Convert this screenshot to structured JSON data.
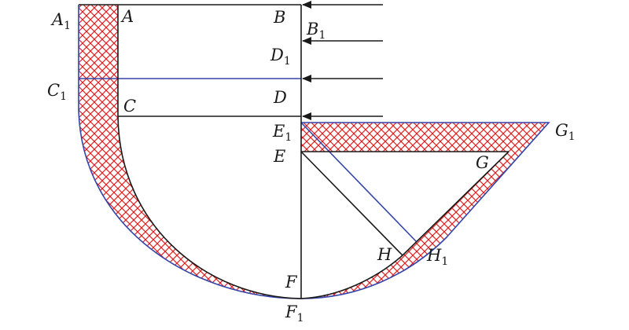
{
  "colors": {
    "black_line": "#1a1a1a",
    "blue_line": "#3344aa",
    "hatch": "#e02020"
  },
  "labels": {
    "A1": {
      "main": "A",
      "sub": "1"
    },
    "A": {
      "main": "A",
      "sub": ""
    },
    "B": {
      "main": "B",
      "sub": ""
    },
    "B1": {
      "main": "B",
      "sub": "1"
    },
    "D1": {
      "main": "D",
      "sub": "1"
    },
    "C1": {
      "main": "C",
      "sub": "1"
    },
    "C": {
      "main": "C",
      "sub": ""
    },
    "D": {
      "main": "D",
      "sub": ""
    },
    "E1": {
      "main": "E",
      "sub": "1"
    },
    "E": {
      "main": "E",
      "sub": ""
    },
    "G": {
      "main": "G",
      "sub": ""
    },
    "G1": {
      "main": "G",
      "sub": "1"
    },
    "H": {
      "main": "H",
      "sub": ""
    },
    "H1": {
      "main": "H",
      "sub": "1"
    },
    "F": {
      "main": "F",
      "sub": ""
    },
    "F1": {
      "main": "F",
      "sub": "1"
    }
  }
}
